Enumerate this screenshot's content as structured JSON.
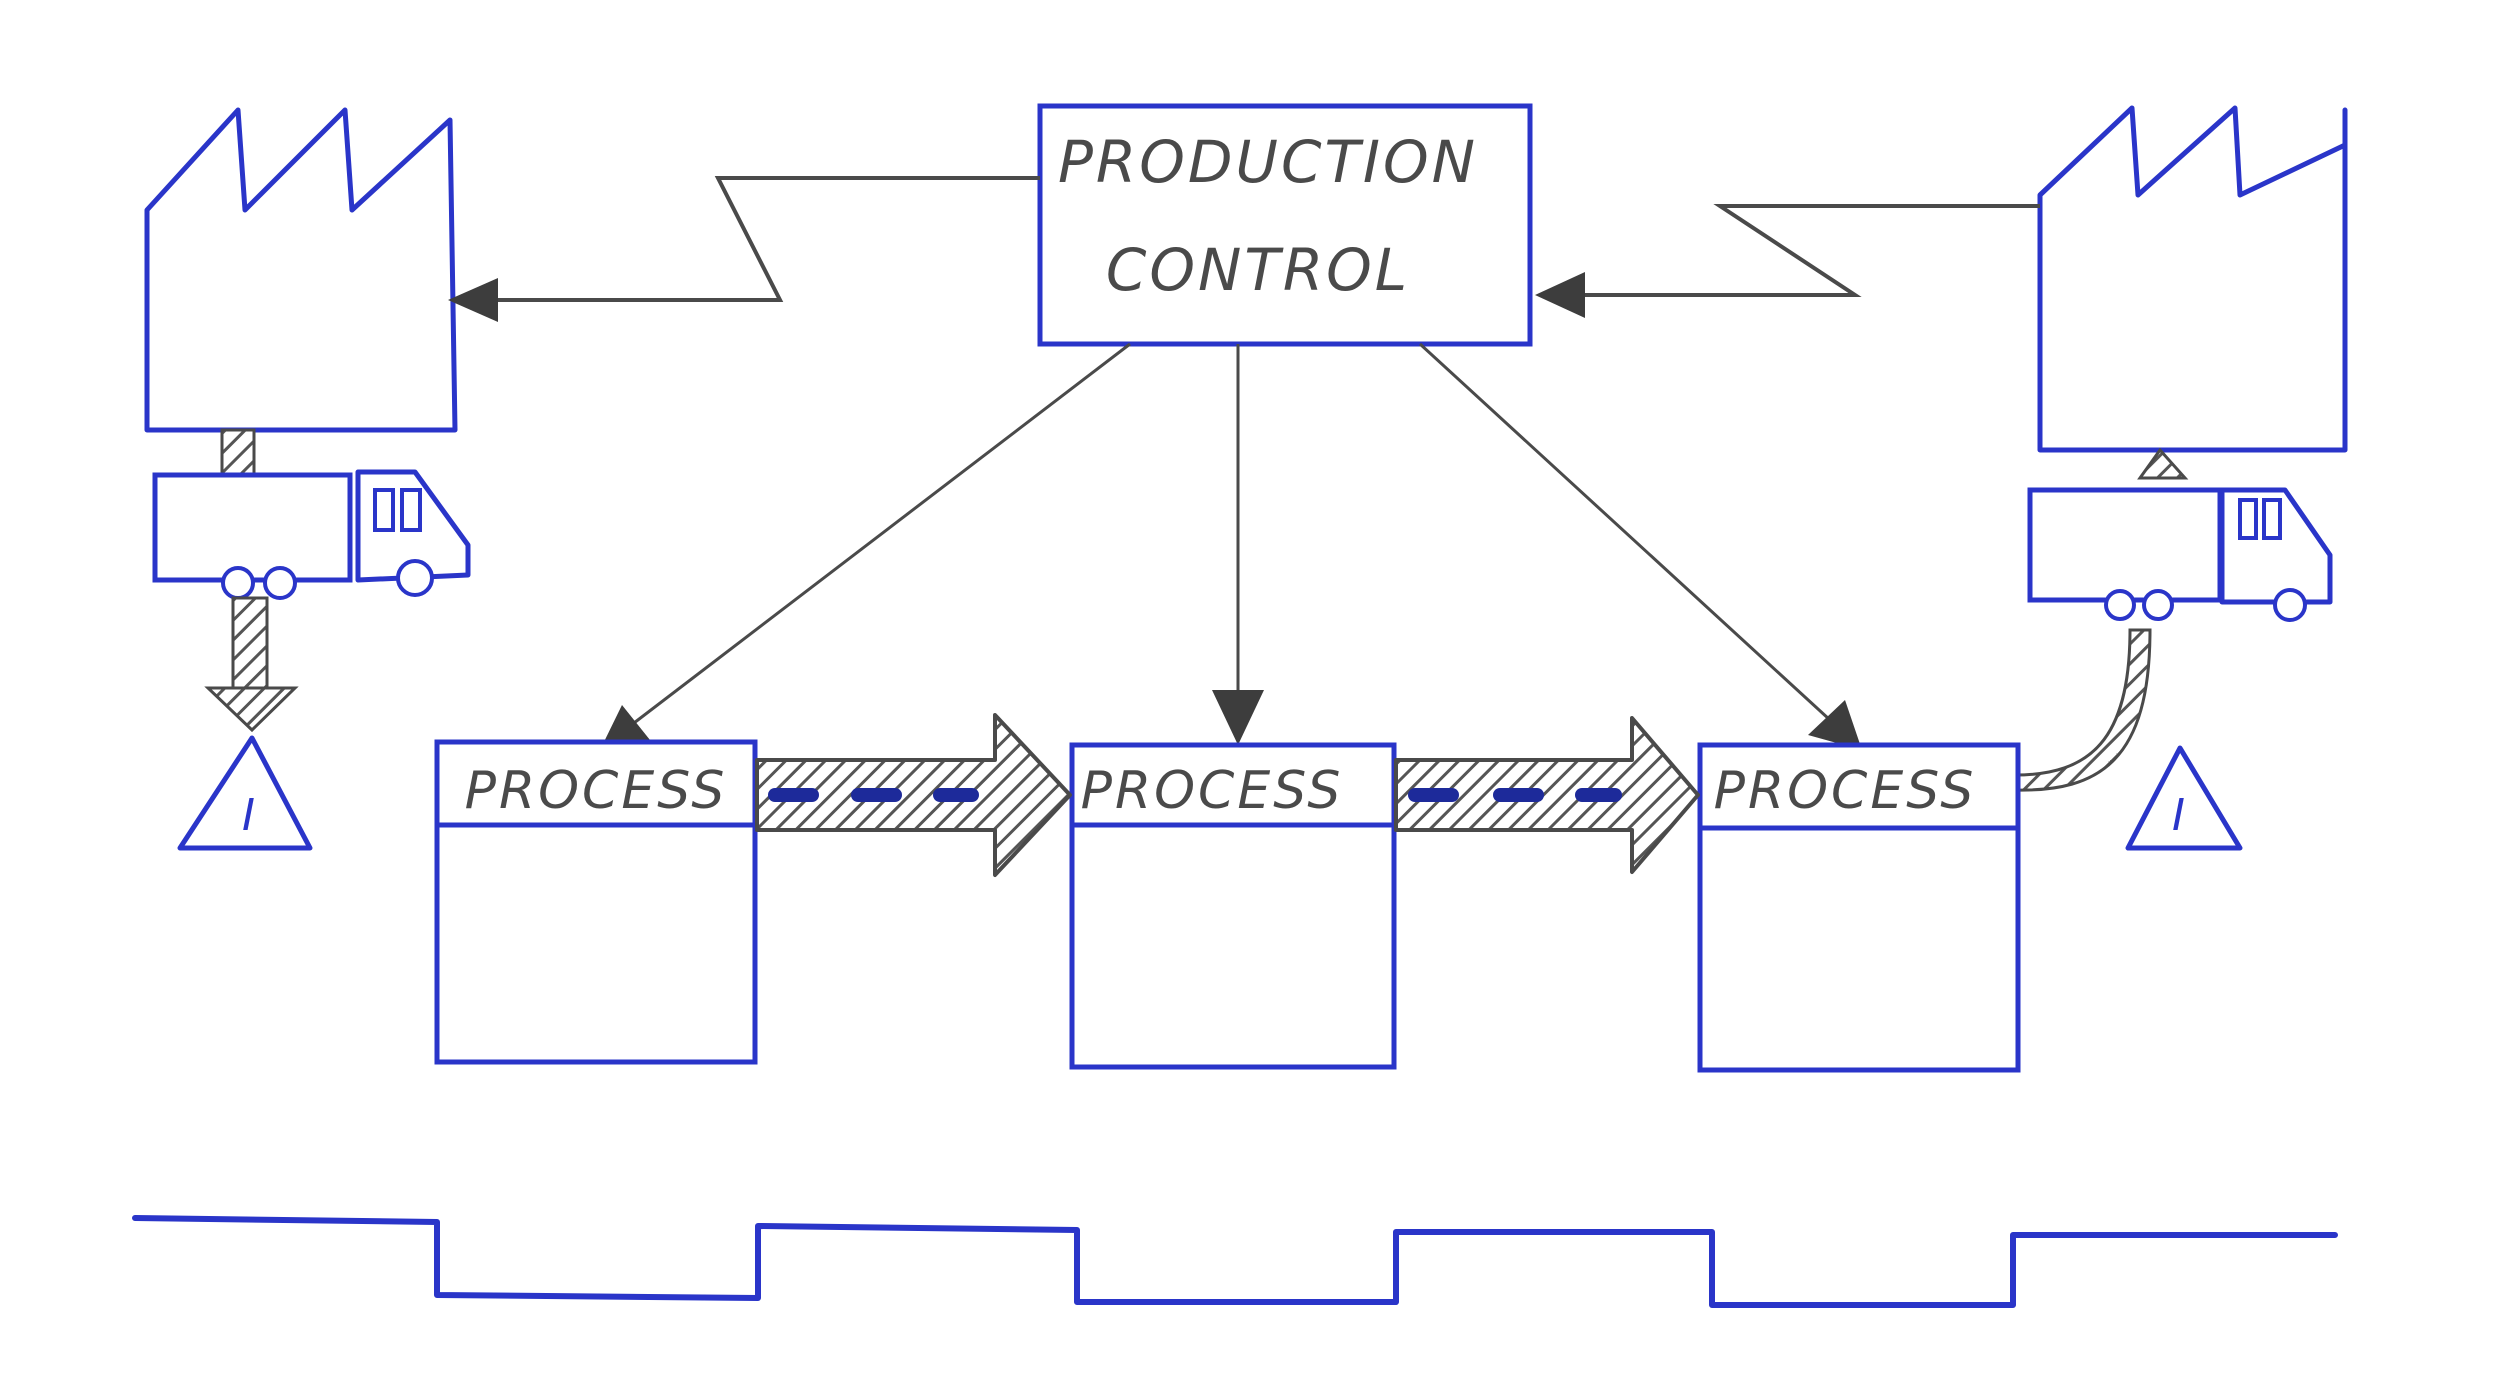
{
  "colors": {
    "ink_blue": "#2a35c9",
    "ink_gray": "#4a4a4a",
    "dash_blue": "#1d2a9a",
    "hatch": "#555555"
  },
  "production_control": {
    "line1": "PRODUCTION",
    "line2": "CONTROL"
  },
  "processes": [
    {
      "label": "PROCESS"
    },
    {
      "label": "PROCESS"
    },
    {
      "label": "PROCESS"
    }
  ],
  "inventory": [
    {
      "label": "I"
    },
    {
      "label": "I"
    }
  ],
  "icons": {
    "supplier": "factory-icon",
    "customer": "factory-icon",
    "shipment": "truck-icon",
    "inventory": "warning-triangle-icon",
    "electronic_info": "lightning-arrow-icon",
    "push": "push-arrow-icon",
    "timeline": "timeline-ladder"
  }
}
